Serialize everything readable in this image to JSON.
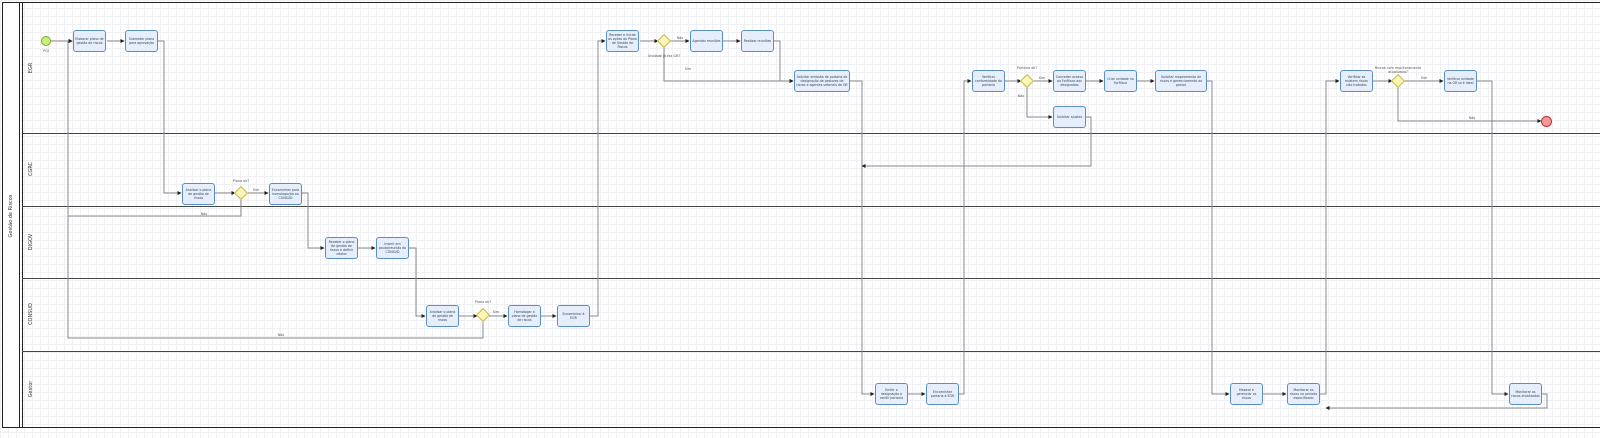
{
  "pool": {
    "title": "Gestão de Riscos"
  },
  "lanes": [
    "EGR",
    "CGRC",
    "DIGOV",
    "CONSUD",
    "Gestor"
  ],
  "events": {
    "start": "PGI"
  },
  "tasks": {
    "t1": "Elaborar plano de gestão de riscos",
    "t2": "Submeter plano para aprovação",
    "t3": "Receber e iniciar as ações do Plano de Gestão de Riscos",
    "t4": "Agendar reuniões",
    "t5": "Realizar reuniões",
    "t6": "Solicitar emissão de portaria de designação de gestores de riscos e agentes setoriais de GR",
    "t7": "Verificar conformidade da portaria",
    "t8": "Conceder acesso ao ForRisco aos designados",
    "t9": "Criar unidade no ForRisco",
    "t10": "Solicitar mapeamento de riscos e gerenciamento ao gestor",
    "t11": "Solicitar ajustes",
    "t12": "Verificar se existem riscos não tratados",
    "t13": "Verificar unidade na GR se é ideal",
    "t14": "Analisar o plano de gestão de riscos",
    "t15": "Encaminhar para homologação ao CONSUD",
    "t16": "Receber o plano de gestão de riscos e definir relator",
    "t17": "Inserir em pauta/reunião do CONSUD",
    "t18": "Analisar o plano de gestão de riscos",
    "t19": "Homologar o plano de gestão de riscos",
    "t20": "Encaminhar à EGR",
    "t21": "Emitir a designação e emitir portaria",
    "t22": "Encaminhar portaria à EGR",
    "t23": "Mapear e gerenciar os riscos",
    "t24": "Monitorar os riscos no período especificado",
    "t25": "Monitorar os riscos atualizados"
  },
  "gateways": {
    "g1": "Unidade já fez GR?",
    "g2": "Portaria ok?",
    "g3": "Riscos com monitoramento atualizado?",
    "g4": "Plano ok?",
    "g5": "Plano ok?"
  },
  "flow_labels": {
    "yes": "Sim",
    "no": "Não"
  },
  "colors": {
    "task_fill": "#e6eefb",
    "task_border": "#5b8fc4",
    "gateway": "#fbf6b8",
    "start": "#c8f07a",
    "end": "#f09a9a"
  }
}
